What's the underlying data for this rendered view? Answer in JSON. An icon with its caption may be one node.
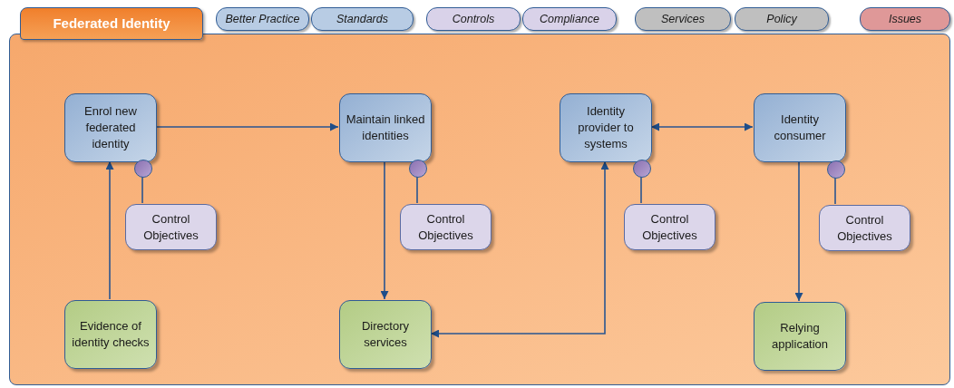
{
  "diagram": {
    "nodes": [
      {
        "text": [
          "Federated Identity"
        ]
      },
      {
        "text": [
          "Enrol new federated identity"
        ],
        "in": 0
      },
      {
        "text": [
          "Maintain linked identities"
        ],
        "in": 0
      },
      {
        "text": [
          "Identity provider to systems"
        ],
        "in": 0
      },
      {
        "text": [
          "Identity consumer"
        ],
        "in": 0
      },
      {
        "text": [
          "Control Objectives"
        ],
        "in": 0
      },
      {
        "text": [
          "Control Objectives"
        ],
        "in": 0
      },
      {
        "text": [
          "Control Objectives"
        ],
        "in": 0
      },
      {
        "text": [
          "Control Objectives"
        ],
        "in": 0
      },
      {
        "text": [
          "Evidence of identity checks"
        ],
        "in": 0
      },
      {
        "text": [
          "Directory services"
        ],
        "in": 0
      },
      {
        "text": [
          "Relying application"
        ],
        "in": 0
      },
      {
        "text": [],
        "shape": "circle",
        "in": 0
      },
      {
        "text": [],
        "shape": "circle",
        "in": 0
      },
      {
        "text": [],
        "shape": "circle",
        "in": 0
      },
      {
        "text": [],
        "shape": "circle",
        "in": 0
      }
    ],
    "edges": [
      {
        "from": 1,
        "to": 2,
        "arrow": "to"
      },
      {
        "from": 3,
        "to": 4,
        "arrow": "both"
      },
      {
        "from": 9,
        "to": 1,
        "arrow": "to"
      },
      {
        "from": 2,
        "to": 10,
        "arrow": "to"
      },
      {
        "from": 10,
        "to": 3,
        "arrow": "both"
      },
      {
        "from": 4,
        "to": 11,
        "arrow": "to"
      },
      {
        "from": 12,
        "to": 5,
        "arrow": "none"
      },
      {
        "from": 13,
        "to": 6,
        "arrow": "none"
      },
      {
        "from": 14,
        "to": 7,
        "arrow": "none"
      },
      {
        "from": 15,
        "to": 8,
        "arrow": "none"
      }
    ],
    "legend": [
      {
        "text": "Better Practice",
        "color": "#b8cce4"
      },
      {
        "text": "Standards",
        "color": "#b8cce4"
      },
      {
        "text": "Controls",
        "color": "#d9d2e9"
      },
      {
        "text": "Compliance",
        "color": "#d9d2e9"
      },
      {
        "text": "Services",
        "color": "#bfbfbf"
      },
      {
        "text": "Policy",
        "color": "#bfbfbf"
      },
      {
        "text": "Issues",
        "color": "#df9898"
      }
    ]
  }
}
